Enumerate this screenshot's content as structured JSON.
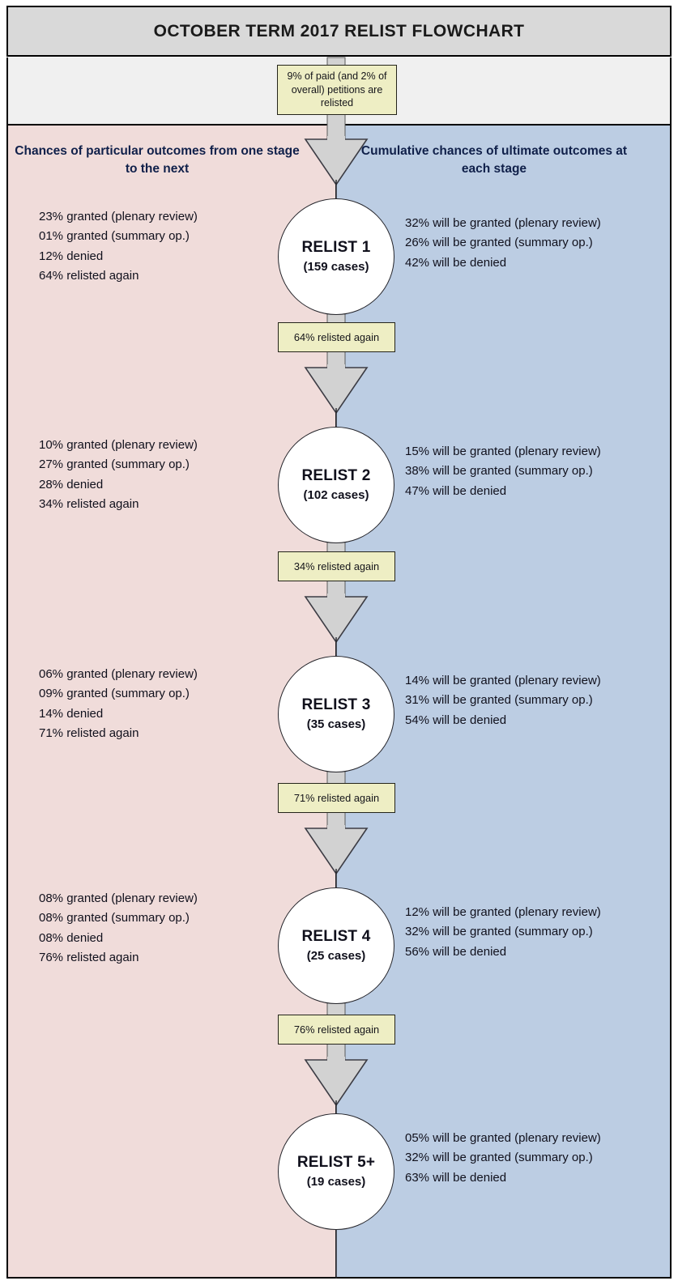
{
  "title": "OCTOBER TERM 2017 RELIST FLOWCHART",
  "intro_box": "9% of paid (and 2% of overall) petitions are relisted",
  "columns": {
    "left_heading": "Chances of particular outcomes from one stage to the next",
    "right_heading": "Cumulative chances of ultimate outcomes at each stage"
  },
  "colors": {
    "title_bar": "#d9d9d9",
    "top_band": "#f0f0f0",
    "left_panel": "#f0dcda",
    "right_panel": "#bccde3",
    "yellow_box": "#eeeec4",
    "arrow_fill": "#d2d2d2",
    "node_fill": "#ffffff",
    "outline": "#24242a"
  },
  "stages": [
    {
      "title": "RELIST 1",
      "cases": "(159 cases)",
      "left": [
        "23% granted (plenary review)",
        "01% granted (summary op.)",
        "12% denied",
        "64% relisted again"
      ],
      "right": [
        "32% will be granted (plenary review)",
        "26% will be granted (summary op.)",
        "42% will be denied"
      ],
      "connector": "64% relisted again"
    },
    {
      "title": "RELIST 2",
      "cases": "(102 cases)",
      "left": [
        "10% granted (plenary review)",
        "27% granted (summary op.)",
        "28% denied",
        "34% relisted again"
      ],
      "right": [
        "15% will be granted (plenary review)",
        "38% will be granted (summary op.)",
        "47% will be denied"
      ],
      "connector": "34% relisted again"
    },
    {
      "title": "RELIST 3",
      "cases": "(35 cases)",
      "left": [
        "06% granted (plenary review)",
        "09% granted (summary op.)",
        "14% denied",
        "71% relisted again"
      ],
      "right": [
        "14% will be granted (plenary review)",
        "31% will be granted (summary op.)",
        "54% will be denied"
      ],
      "connector": "71% relisted again"
    },
    {
      "title": "RELIST 4",
      "cases": "(25 cases)",
      "left": [
        "08% granted (plenary review)",
        "08% granted (summary op.)",
        "08% denied",
        "76% relisted again"
      ],
      "right": [
        "12% will be granted (plenary review)",
        "32% will be granted (summary op.)",
        "56% will be denied"
      ],
      "connector": "76% relisted again"
    },
    {
      "title": "RELIST 5+",
      "cases": "(19 cases)",
      "left": [],
      "right": [
        "05% will be granted (plenary review)",
        "32% will be granted (summary op.)",
        "63% will be denied"
      ],
      "connector": null
    }
  ]
}
